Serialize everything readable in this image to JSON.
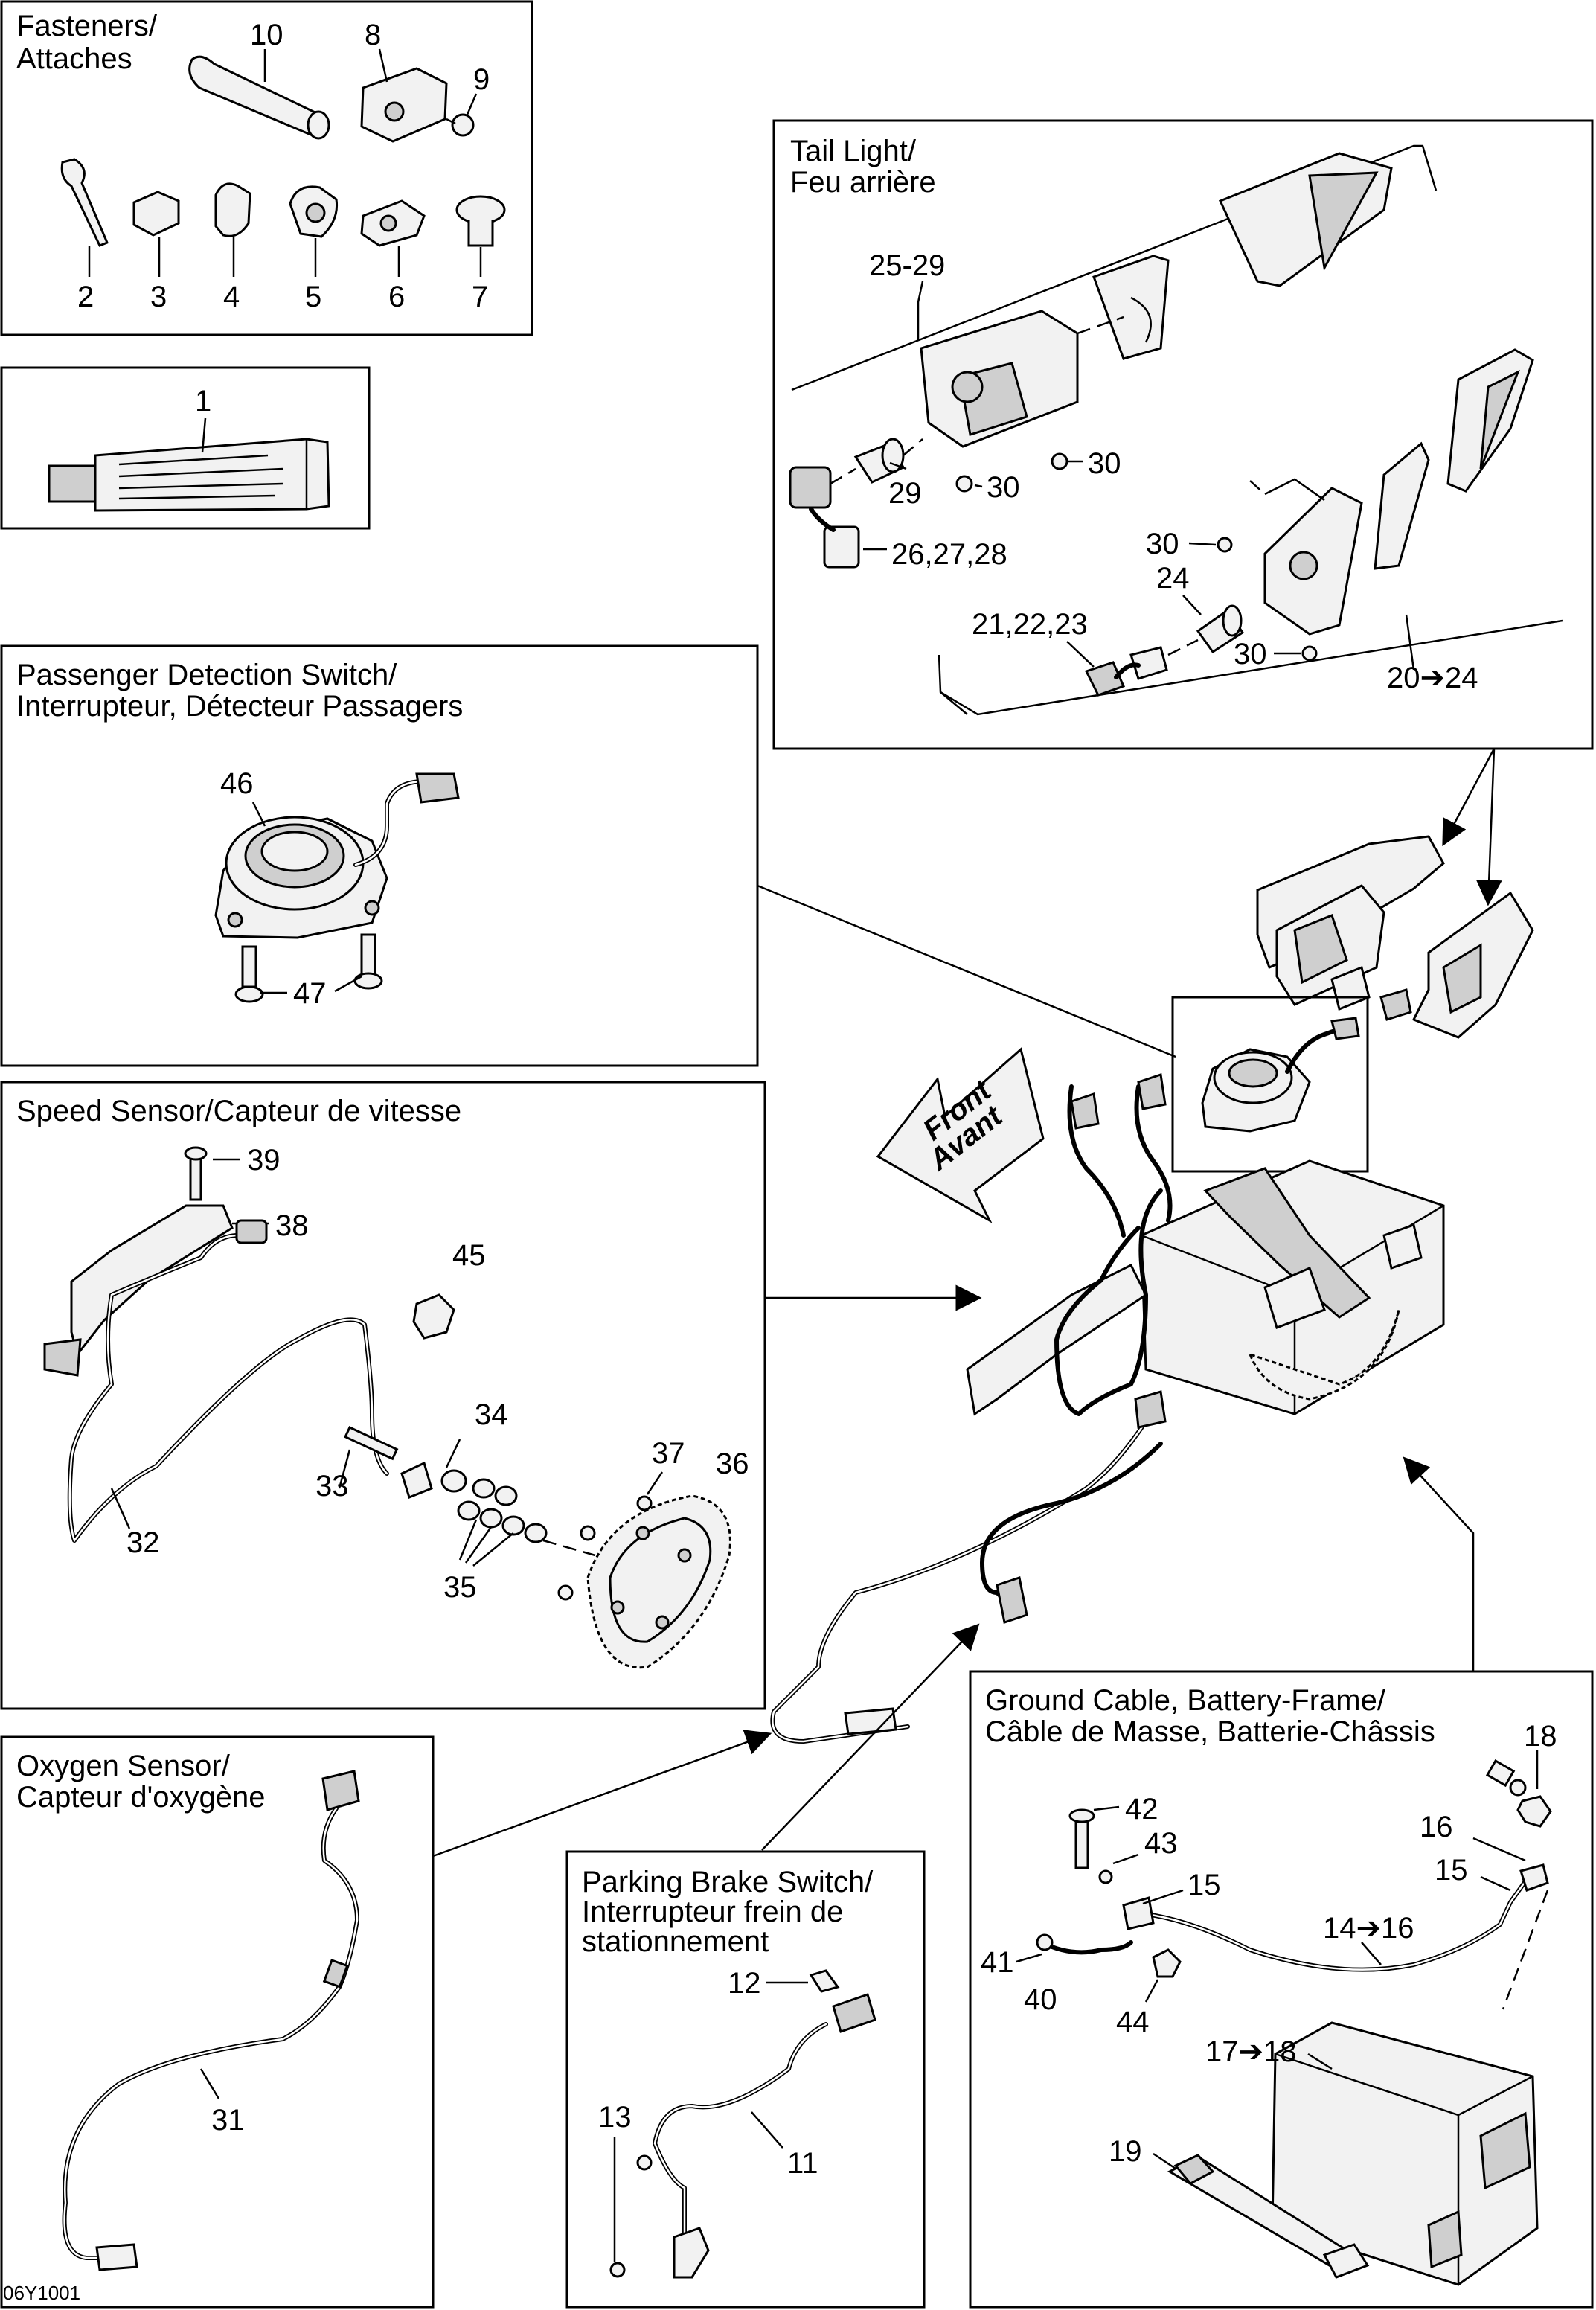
{
  "sections": {
    "fasteners": {
      "title": [
        "Fasteners/",
        "Attaches"
      ]
    },
    "tail_light": {
      "title": [
        "Tail Light/",
        "Feu arrière"
      ]
    },
    "passenger": {
      "title": [
        "Passenger Detection Switch/",
        "Interrupteur, Détecteur Passagers"
      ]
    },
    "speed": {
      "title": [
        "Speed Sensor/Capteur de vitesse"
      ]
    },
    "oxygen": {
      "title": [
        "Oxygen Sensor/",
        "Capteur d'oxygène"
      ]
    },
    "parking": {
      "title": [
        "Parking Brake Switch/",
        "Interrupteur frein de",
        "stationnement"
      ]
    },
    "ground": {
      "title": [
        "Ground Cable, Battery-Frame/",
        "Câble de Masse, Batterie-Châssis"
      ]
    }
  },
  "front_arrow": {
    "line1": "Front",
    "line2": "Avant"
  },
  "labels": {
    "p10": "10",
    "p8": "8",
    "p9": "9",
    "p2": "2",
    "p3": "3",
    "p4": "4",
    "p5": "5",
    "p6": "6",
    "p7": "7",
    "p1": "1",
    "p25_29": "25-29",
    "p29": "29",
    "p30a": "30",
    "p30b": "30",
    "p26_28": "26,27,28",
    "p30c": "30",
    "p24": "24",
    "p21_23": "21,22,23",
    "p30d": "30",
    "p20_24": "20➔24",
    "p46": "46",
    "p47": "47",
    "p39": "39",
    "p38": "38",
    "p45": "45",
    "p34": "34",
    "p37": "37",
    "p36": "36",
    "p33": "33",
    "p32": "32",
    "p35": "35",
    "p31": "31",
    "p12": "12",
    "p13": "13",
    "p11": "11",
    "p18": "18",
    "p42": "42",
    "p43": "43",
    "p16": "16",
    "p15a": "15",
    "p15b": "15",
    "p14_16": "14➔16",
    "p41": "41",
    "p40": "40",
    "p44": "44",
    "p17_18": "17➔18",
    "p19": "19"
  },
  "figure_code": "06Y1001"
}
